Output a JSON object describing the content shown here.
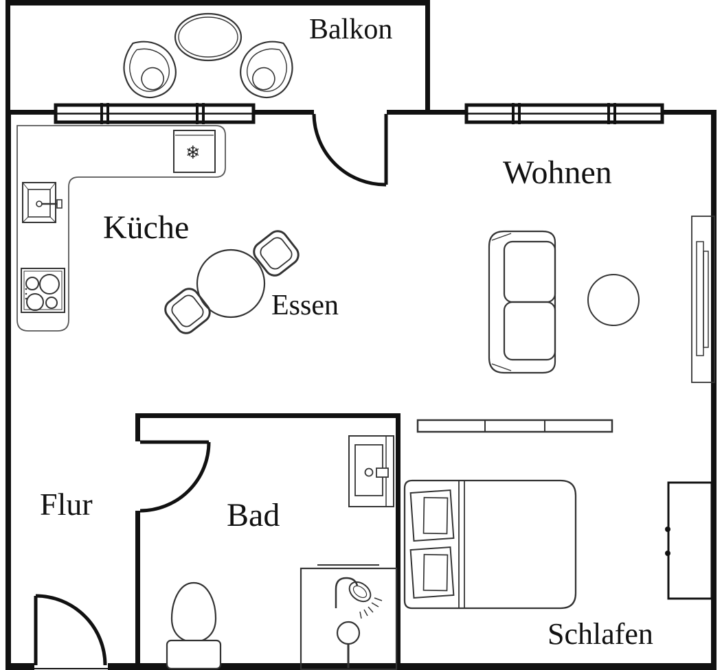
{
  "plan": {
    "type": "apartment-floor-plan",
    "background": "#ffffff",
    "wall_color": "#111111",
    "furniture_line_color": "#333333",
    "rooms": [
      {
        "id": "balkon",
        "label": "Balkon"
      },
      {
        "id": "kueche",
        "label": "Küche"
      },
      {
        "id": "essen",
        "label": "Essen"
      },
      {
        "id": "wohnen",
        "label": "Wohnen"
      },
      {
        "id": "flur",
        "label": "Flur"
      },
      {
        "id": "bad",
        "label": "Bad"
      },
      {
        "id": "schlafen",
        "label": "Schlafen"
      }
    ],
    "icons": {
      "freezer_snowflake": "❄"
    },
    "furniture": [
      "balcony-oval-table",
      "balcony-chair-left",
      "balcony-chair-right",
      "kitchen-counter",
      "fridge",
      "kitchen-sink",
      "stove",
      "dining-table",
      "dining-chair-top",
      "dining-chair-bottom",
      "sofa",
      "coffee-table",
      "tv-board",
      "sideboard",
      "double-bed",
      "pillows",
      "wardrobe",
      "washbasin",
      "toilet",
      "shower",
      "balcony-door",
      "bathroom-door",
      "entry-door",
      "window-left",
      "window-right"
    ]
  }
}
